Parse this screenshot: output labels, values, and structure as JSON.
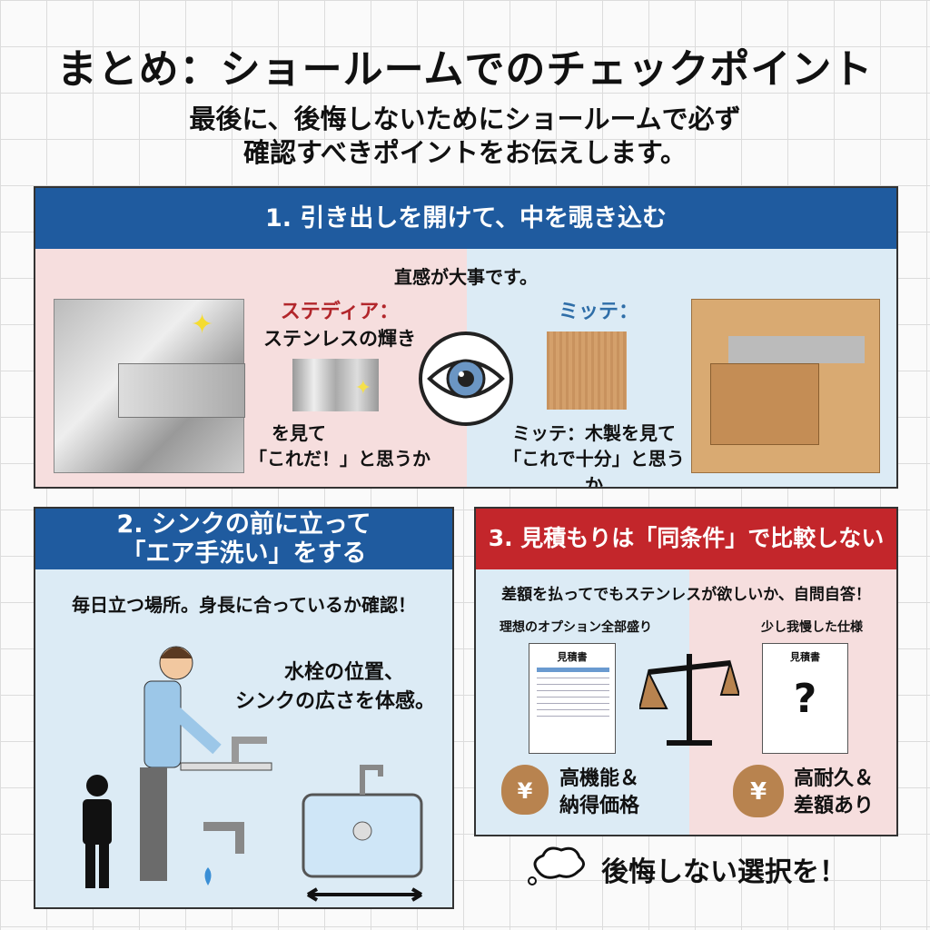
{
  "title": "まとめ：ショールームでのチェックポイント",
  "subtitle": [
    "最後に、後悔しないためにショールームで必ず",
    "確認すべきポイントをお伝えします。"
  ],
  "section1": {
    "header": "1. 引き出しを開けて、中を覗き込む",
    "intro": "直感が大事です。",
    "left": {
      "brand": "ステディア：",
      "label": "ステンレスの輝き",
      "caption1": "を見て",
      "caption2": "「これだ！」と思うか"
    },
    "right": {
      "brand": "ミッテ：",
      "caption1": "ミッテ：木製を見て",
      "caption2": "「これで十分」と思うか"
    }
  },
  "section2": {
    "header1": "2. シンクの前に立って",
    "header2": "「エア手洗い」をする",
    "intro": "毎日立つ場所。身長に合っているか確認！",
    "note1": "水栓の位置、",
    "note2": "シンクの広さを体感。"
  },
  "section3": {
    "header": "3. 見積もりは「同条件」で比較しない",
    "intro": "差額を払ってでもステンレスが欲しいか、自問自答！",
    "left": {
      "label": "理想のオプション全部盛り",
      "doc": "見積書",
      "result1": "高機能＆",
      "result2": "納得価格"
    },
    "right": {
      "label": "少し我慢した仕様",
      "doc": "見積書",
      "mark": "?",
      "result1": "高耐久＆",
      "result2": "差額あり"
    },
    "yen": "¥"
  },
  "closing": "後悔しない選択を！",
  "colors": {
    "blue": "#1f5b9f",
    "red": "#c3262b",
    "pink": "#f6dede",
    "lightblue": "#dcebf5"
  }
}
